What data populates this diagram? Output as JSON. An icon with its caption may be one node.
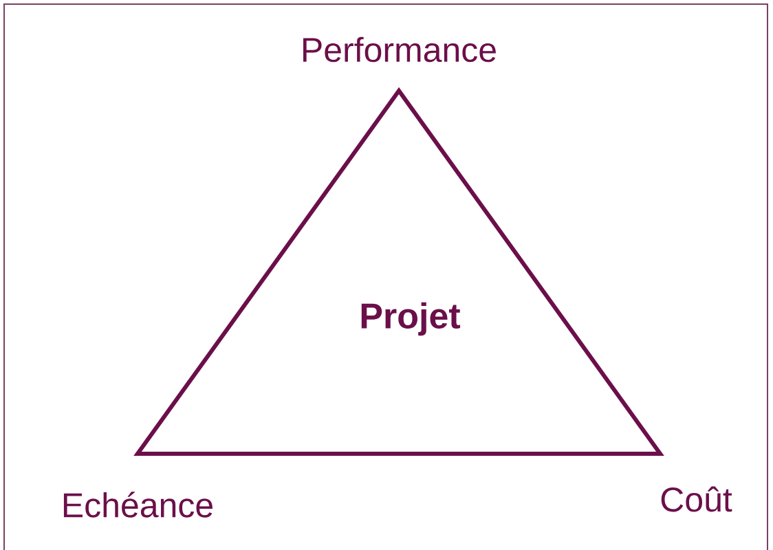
{
  "diagram": {
    "nodes": [
      {
        "text": [
          "Projet"
        ]
      }
    ],
    "labels": [
      "Performance",
      "Echéance",
      "Coût"
    ]
  }
}
